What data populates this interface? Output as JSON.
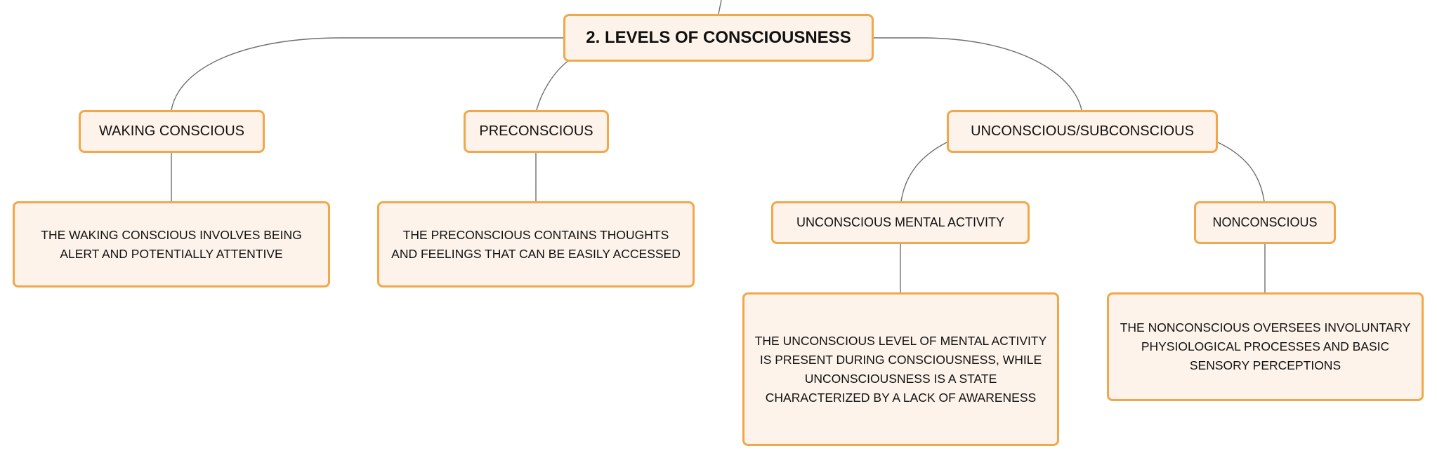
{
  "diagram": {
    "root": "2. LEVELS OF CONSCIOUSNESS",
    "branches": [
      {
        "label": "WAKING CONSCIOUS",
        "description": "THE WAKING CONSCIOUS INVOLVES BEING ALERT AND POTENTIALLY ATTENTIVE"
      },
      {
        "label": "PRECONSCIOUS",
        "description": "THE PRECONSCIOUS CONTAINS THOUGHTS AND FEELINGS THAT CAN BE EASILY ACCESSED"
      },
      {
        "label": "UNCONSCIOUS/SUBCONSCIOUS",
        "children": [
          {
            "label": "UNCONSCIOUS MENTAL ACTIVITY",
            "description": "THE UNCONSCIOUS LEVEL OF MENTAL ACTIVITY IS PRESENT DURING CONSCIOUSNESS, WHILE UNCONSCIOUSNESS IS A STATE CHARACTERIZED BY A LACK OF AWARENESS"
          },
          {
            "label": "NONCONSCIOUS",
            "description": "THE NONCONSCIOUS OVERSEES INVOLUNTARY PHYSIOLOGICAL PROCESSES AND BASIC SENSORY PERCEPTIONS"
          }
        ]
      }
    ],
    "colors": {
      "node_border": "#f2a74a",
      "node_fill": "#fdf3eb",
      "connector": "#6f6f6f",
      "text": "#111111"
    }
  }
}
